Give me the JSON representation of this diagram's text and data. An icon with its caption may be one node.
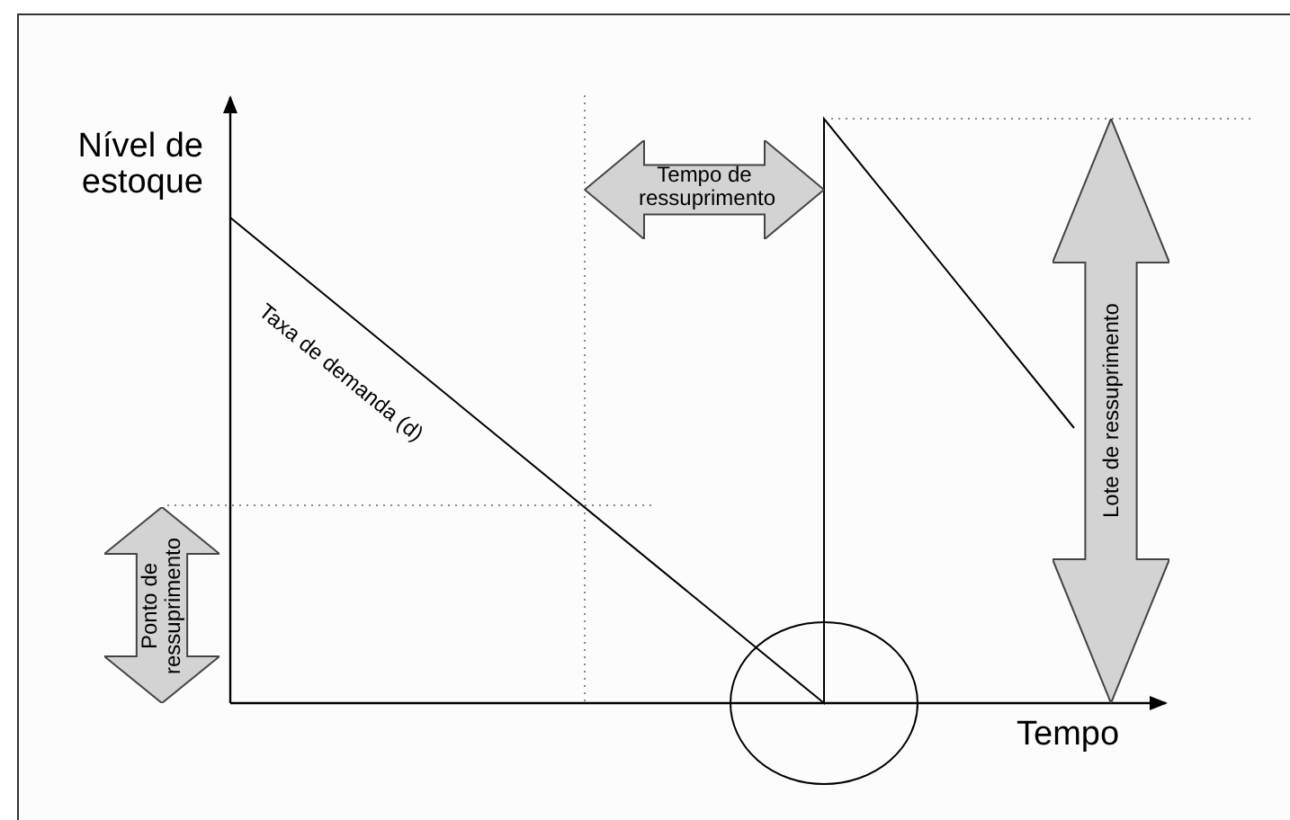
{
  "diagram": {
    "nodes": [
      {
        "text": [
          "Tempo de ressuprimento"
        ]
      },
      {
        "text": [
          "Ponto de ressuprimento"
        ]
      },
      {
        "text": [
          "Lote de ressuprimento"
        ]
      }
    ],
    "labels": [
      "Nível de estoque",
      "Taxa de demanda (d)",
      "Tempo"
    ]
  }
}
